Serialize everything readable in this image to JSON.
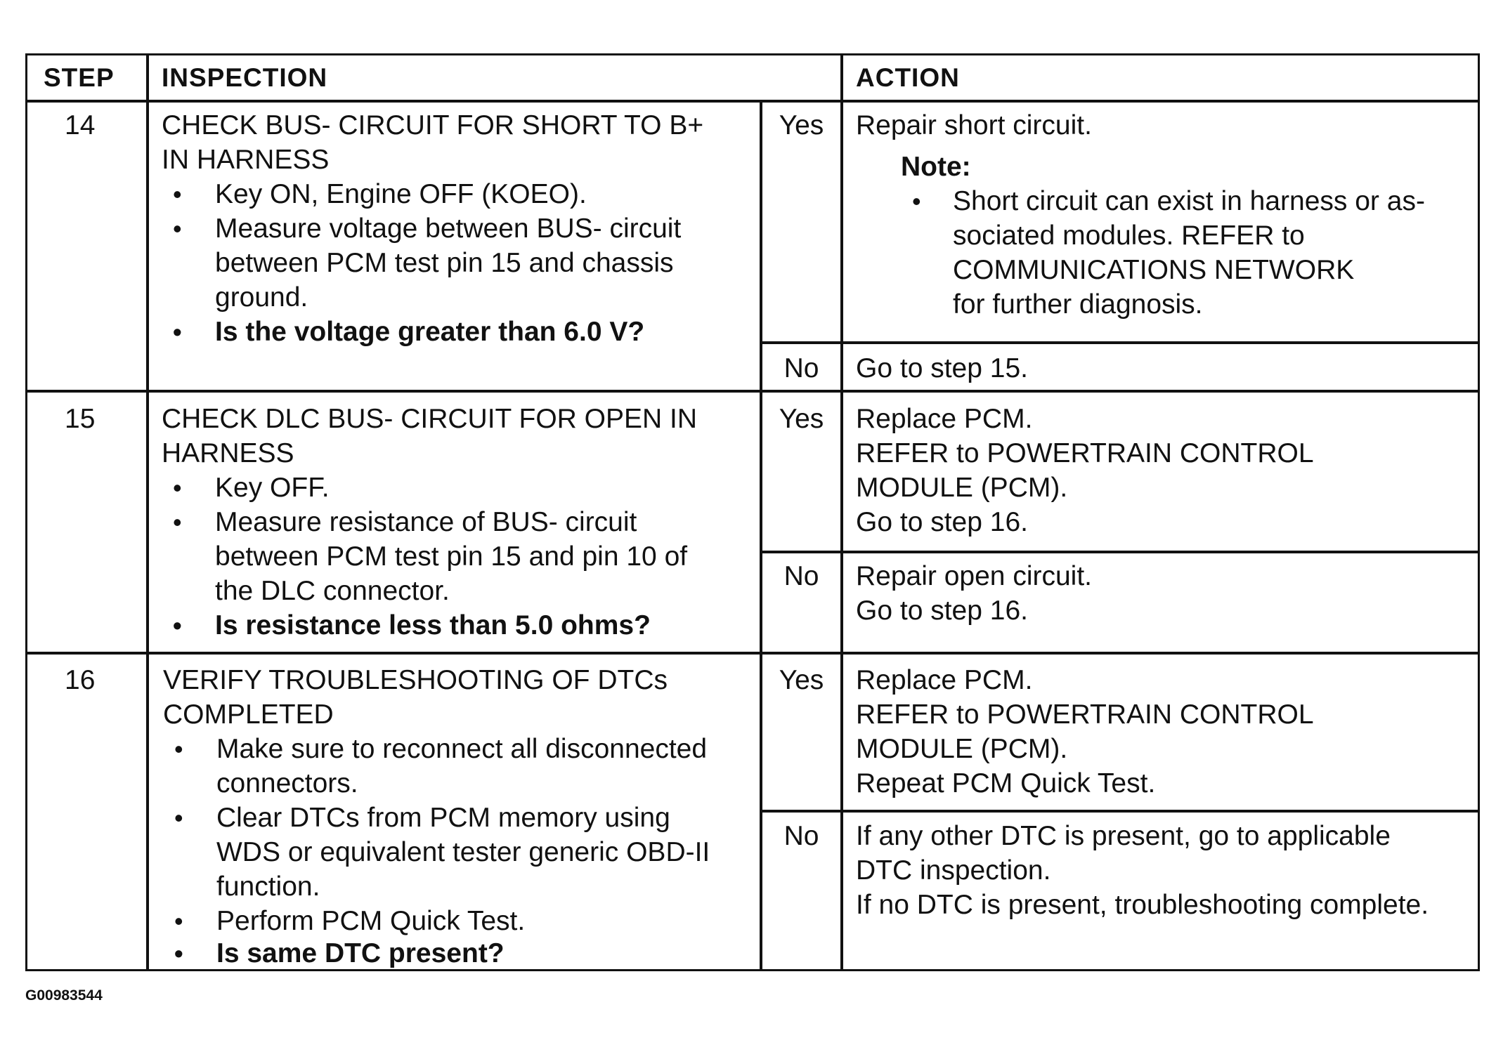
{
  "table": {
    "headers": {
      "step": "STEP",
      "inspection": "INSPECTION",
      "action": "ACTION"
    },
    "steps": [
      {
        "step": "14",
        "title_lines": [
          "CHECK BUS- CIRCUIT FOR SHORT TO B+",
          "IN HARNESS"
        ],
        "bullets": [
          {
            "lines": [
              "Key ON, Engine OFF (KOEO)."
            ],
            "bold": false
          },
          {
            "lines": [
              "Measure voltage between BUS- circuit",
              "between PCM test pin 15 and chassis",
              "ground."
            ],
            "bold": false
          },
          {
            "lines": [
              "Is the voltage greater than 6.0 V?"
            ],
            "bold": true
          }
        ],
        "yes": {
          "label": "Yes",
          "lines": [
            "Repair short circuit."
          ],
          "note_title": "Note:",
          "note_lines": [
            "Short circuit can exist in harness or as-",
            "sociated modules. REFER to",
            "COMMUNICATIONS NETWORK",
            "for further diagnosis."
          ]
        },
        "no": {
          "label": "No",
          "lines": [
            "Go to step 15."
          ]
        }
      },
      {
        "step": "15",
        "title_lines": [
          "CHECK DLC BUS- CIRCUIT FOR OPEN IN",
          "HARNESS"
        ],
        "bullets": [
          {
            "lines": [
              "Key OFF."
            ],
            "bold": false
          },
          {
            "lines": [
              "Measure resistance of BUS- circuit",
              "between PCM test pin 15 and pin 10 of",
              "the DLC connector."
            ],
            "bold": false
          },
          {
            "lines": [
              "Is resistance less than 5.0 ohms?"
            ],
            "bold": true
          }
        ],
        "yes": {
          "label": "Yes",
          "lines": [
            "Replace PCM.",
            "REFER to POWERTRAIN CONTROL",
            "MODULE (PCM).",
            "Go to step 16."
          ]
        },
        "no": {
          "label": "No",
          "lines": [
            "Repair open circuit.",
            "Go to step 16."
          ]
        }
      },
      {
        "step": "16",
        "title_lines": [
          "VERIFY TROUBLESHOOTING OF DTCs",
          "COMPLETED"
        ],
        "bullets": [
          {
            "lines": [
              "Make sure to reconnect all disconnected",
              "connectors."
            ],
            "bold": false
          },
          {
            "lines": [
              "Clear DTCs from PCM memory using",
              "WDS or equivalent tester generic OBD-II",
              "function."
            ],
            "bold": false
          },
          {
            "lines": [
              "Perform PCM Quick Test."
            ],
            "bold": false
          },
          {
            "lines": [
              "Is same DTC present?"
            ],
            "bold": true
          }
        ],
        "yes": {
          "label": "Yes",
          "lines": [
            "Replace PCM.",
            "REFER to POWERTRAIN CONTROL",
            "MODULE (PCM).",
            "Repeat PCM Quick Test."
          ]
        },
        "no": {
          "label": "No",
          "lines": [
            "If any other DTC is present, go to applicable",
            "DTC inspection.",
            "If no DTC is present, troubleshooting complete."
          ]
        }
      }
    ]
  },
  "figure_id": "G00983544"
}
